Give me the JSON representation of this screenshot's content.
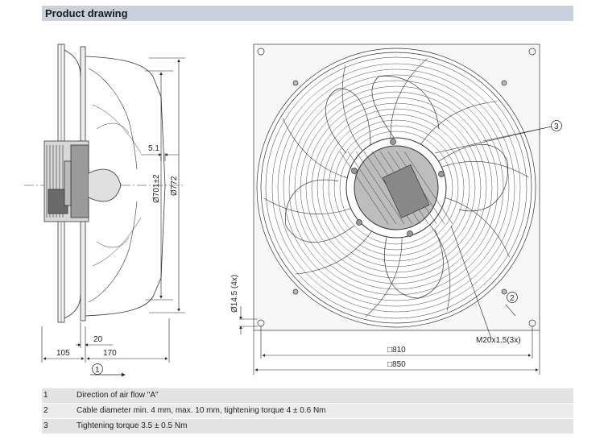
{
  "section_title": "Product drawing",
  "dimensions": {
    "side_depth_left": "105",
    "side_depth_right": "170",
    "flange_offset": "20",
    "blade_offset": "5.1",
    "inner_diameter": "Ø701±2",
    "outer_diameter": "Ø772",
    "mount_hole": "Ø14.5 (4x)",
    "inner_square": "□810",
    "outer_square": "□850",
    "cable_gland": "M20x1.5(3x)"
  },
  "callouts": [
    "1",
    "2",
    "3"
  ],
  "legend": [
    {
      "num": "1",
      "text": "Direction of air flow \"A\""
    },
    {
      "num": "2",
      "text": "Cable diameter min. 4 mm, max. 10 mm, tightening torque 4 ± 0.6 Nm"
    },
    {
      "num": "3",
      "text": "Tightening torque 3.5 ± 0.5 Nm"
    }
  ]
}
